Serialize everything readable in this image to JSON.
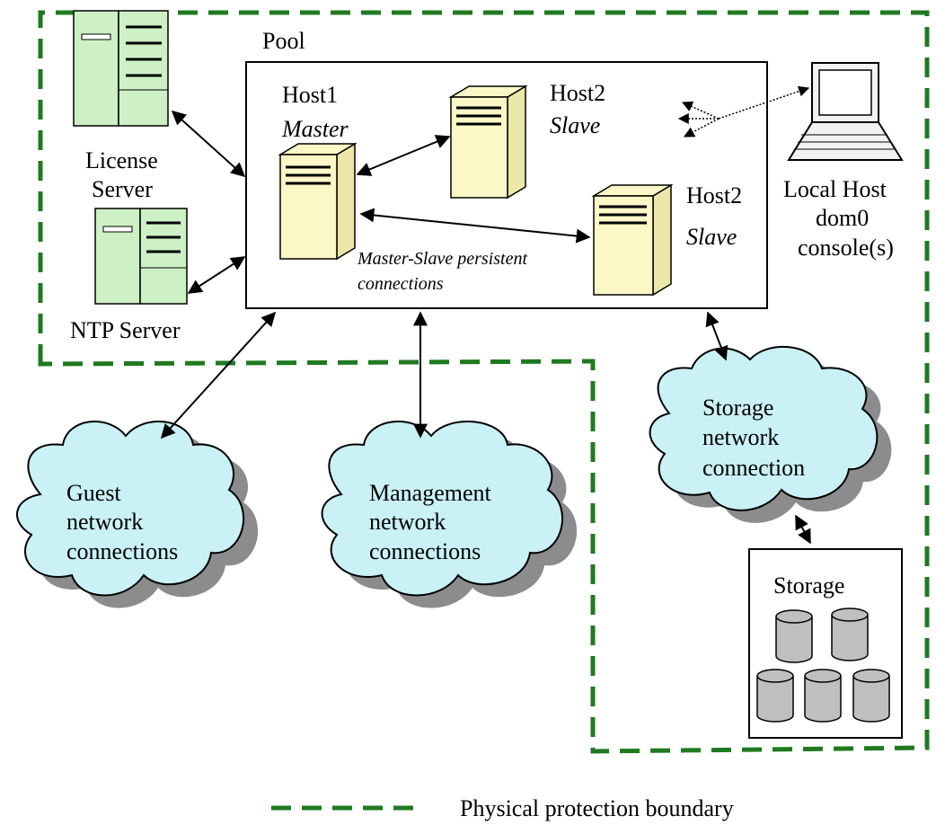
{
  "pool": {
    "title": "Pool"
  },
  "hosts": {
    "host1": {
      "name": "Host1",
      "role": "Master"
    },
    "host2a": {
      "name": "Host2",
      "role": "Slave"
    },
    "host2b": {
      "name": "Host2",
      "role": "Slave"
    }
  },
  "license_server": {
    "line1": "License",
    "line2": "Server"
  },
  "ntp_server": {
    "label": "NTP Server"
  },
  "local_host": {
    "line1": "Local Host",
    "line2": "dom0",
    "line3": "console(s)"
  },
  "persistent_note": {
    "line1": "Master-Slave persistent",
    "line2": "connections"
  },
  "guest_cloud": {
    "line1": "Guest",
    "line2": "network",
    "line3": "connections"
  },
  "management_cloud": {
    "line1": "Management",
    "line2": "network",
    "line3": "connections"
  },
  "storage_cloud": {
    "line1": "Storage",
    "line2": "network",
    "line3": "connection"
  },
  "storage": {
    "title": "Storage"
  },
  "legend": {
    "boundary_label": "Physical protection boundary"
  },
  "colors": {
    "boundary": "#1f7a1f",
    "cloud_fill": "#c9f1f6",
    "server_fill": "#fbf7c6",
    "rack_fill": "#cdf0c4",
    "cylinder_fill": "#bfbfbf"
  },
  "icons": [
    "rack-server-icon",
    "tower-server-icon",
    "laptop-icon",
    "cloud-icon",
    "disk-cylinder-icon",
    "arrow-icon"
  ]
}
